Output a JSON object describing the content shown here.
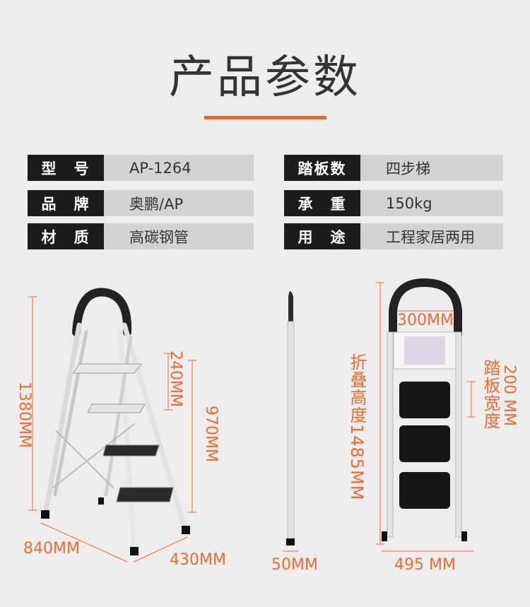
{
  "title": "产品参数",
  "specs_left": [
    {
      "label": "型　号",
      "value": "AP-1264"
    },
    {
      "label": "品　牌",
      "value": "奥鹏/AP"
    },
    {
      "label": "材　质",
      "value": "高碳钢管"
    }
  ],
  "specs_right": [
    {
      "label": "踏板数",
      "value": "四步梯"
    },
    {
      "label": "承　重",
      "value": "150kg"
    },
    {
      "label": "用　途",
      "value": "工程家居两用"
    }
  ],
  "dimensions": {
    "height_total": "1380MM",
    "depth": "840MM",
    "width": "430MM",
    "step_spacing": "240MM",
    "platform_height": "970MM",
    "folded_thickness": "50MM",
    "folded_height_label": "折叠高度1485MM",
    "top_width": "300MM",
    "step_width_value": "200 MM",
    "step_width_label": "踏板宽度",
    "front_width": "495 MM"
  },
  "colors": {
    "accent": "#ee6a2e",
    "label_bg": "#1c1c1c",
    "value_bg": "#d3d3d6",
    "background": "#ededed"
  }
}
